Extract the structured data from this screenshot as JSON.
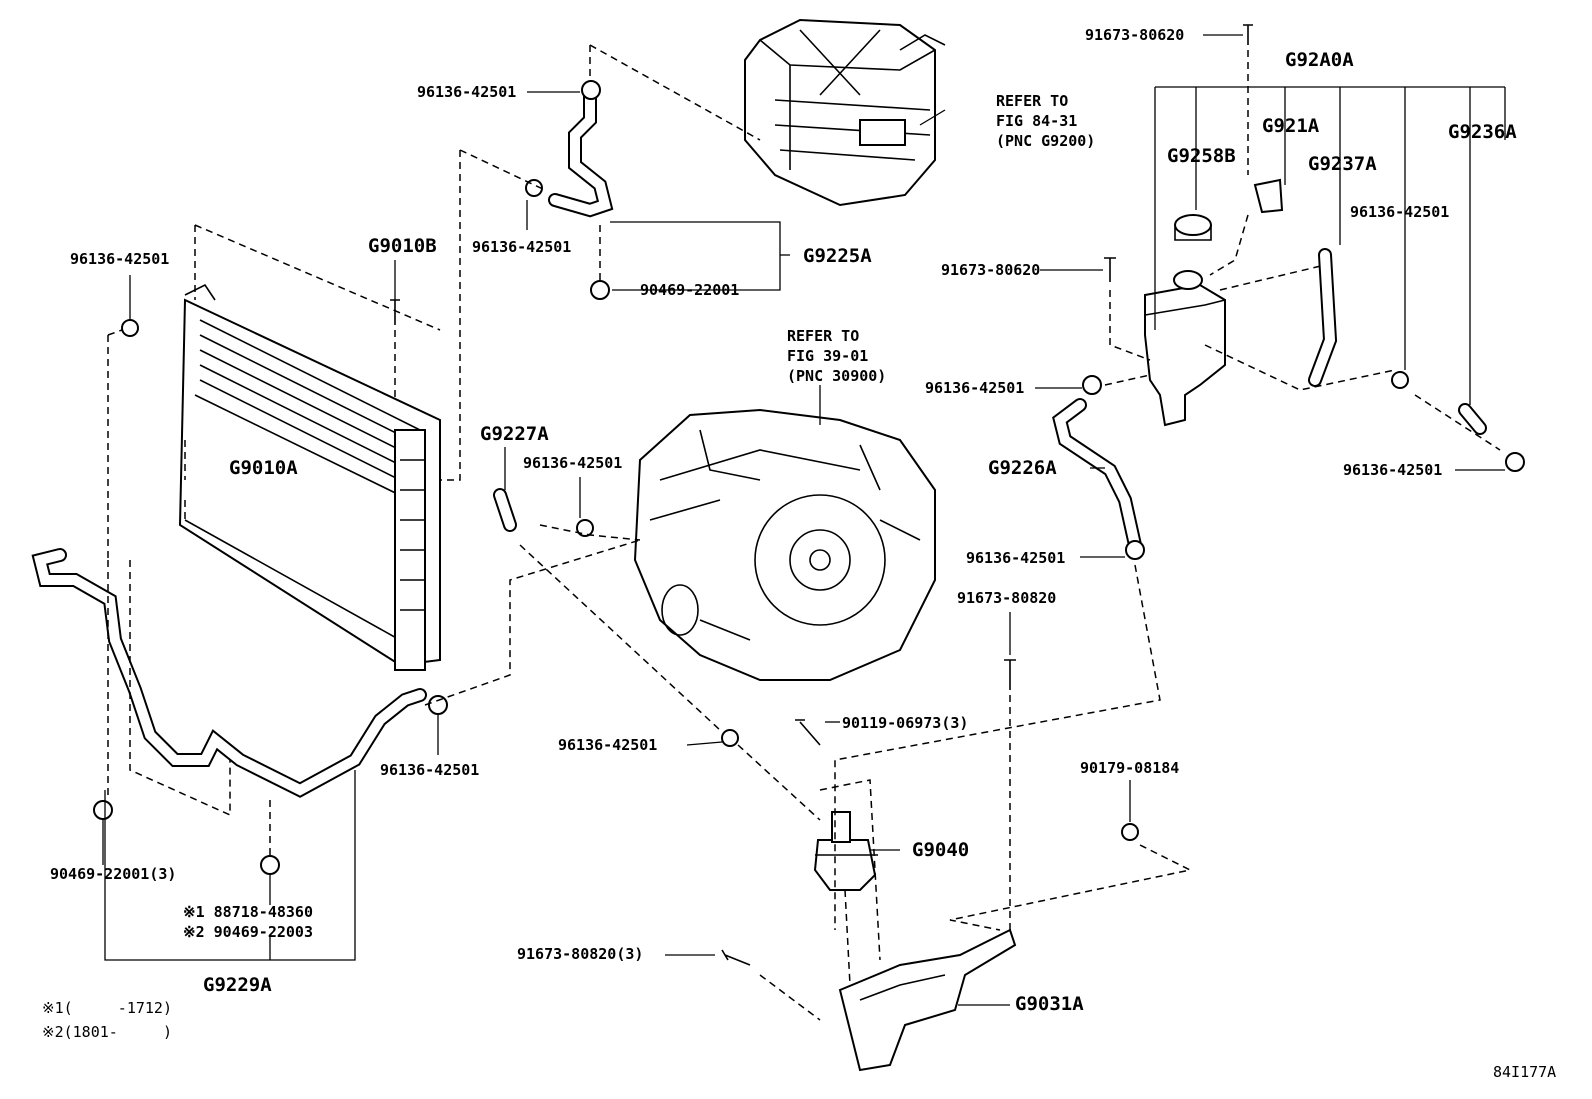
{
  "figure_id": "84I177A",
  "notes": {
    "note1": "※1(     -1712)",
    "note2": "※2(1801-     )"
  },
  "refer": {
    "inverter": [
      "REFER TO",
      "FIG 84-31",
      "(PNC G9200)"
    ],
    "transaxle": [
      "REFER TO",
      "FIG 39-01",
      "(PNC 30900)"
    ]
  },
  "groups": {
    "G92A0A": "G92A0A",
    "G9225A": "G9225A",
    "G9229A": "G9229A"
  },
  "parts": {
    "p_91673_80620_a": "91673-80620",
    "p_96136_42501_top": "96136-42501",
    "p_96136_42501_mid": "96136-42501",
    "p_90469_22001": "90469-22001",
    "p_96136_42501_left": "96136-42501",
    "p_G9010B": "G9010B",
    "p_G9010A": "G9010A",
    "p_G921A": "G921A",
    "p_G9258B": "G9258B",
    "p_G9237A": "G9237A",
    "p_G9236A": "G9236A",
    "p_96136_42501_right": "96136-42501",
    "p_91673_80620_b": "91673-80620",
    "p_96136_42501_res": "96136-42501",
    "p_G9227A": "G9227A",
    "p_96136_42501_g9227": "96136-42501",
    "p_G9226A": "G9226A",
    "p_96136_42501_far_right": "96136-42501",
    "p_96136_42501_g9226": "96136-42501",
    "p_91673_80820": "91673-80820",
    "p_96136_42501_lower": "96136-42501",
    "p_90119_06973": "90119-06973(3)",
    "p_96136_42501_pump": "96136-42501",
    "p_90179_08184": "90179-08184",
    "p_G9040": "G9040",
    "p_90469_22001_3": "90469-22001(3)",
    "p_88718_48360": "※1 88718-48360",
    "p_90469_22003": "※2 90469-22003",
    "p_91673_80820_3": "91673-80820(3)",
    "p_G9031A": "G9031A"
  }
}
